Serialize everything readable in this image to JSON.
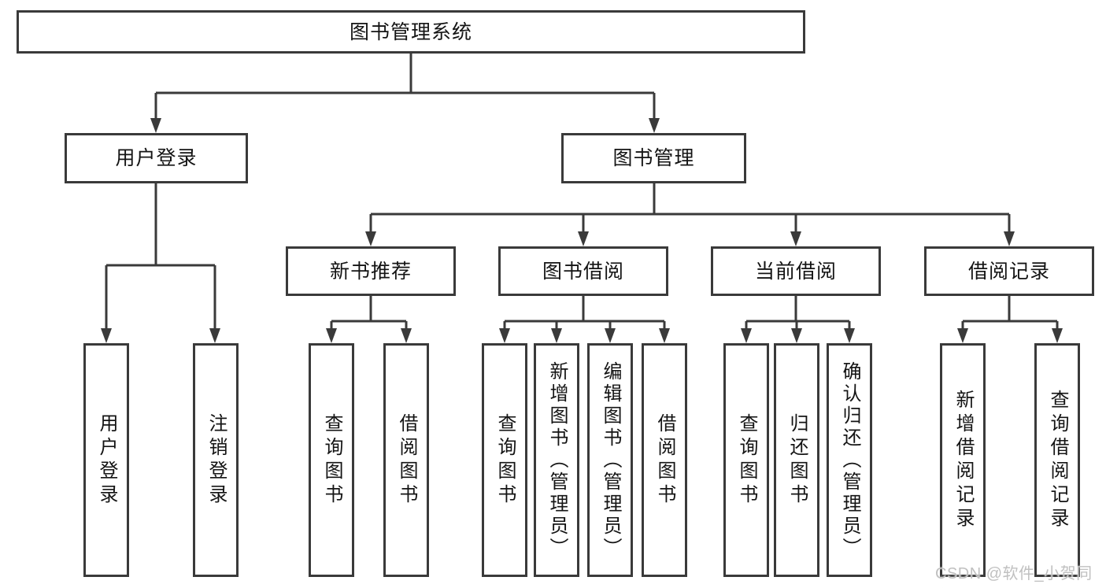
{
  "page": {
    "background": "#ffffff",
    "line_color": "#3a3a3a",
    "text_color": "#141414",
    "watermark_color": "#c0c0c0"
  },
  "diagram": {
    "type": "hierarchy-tree",
    "root": {
      "label": "图书管理系统"
    },
    "level2": [
      {
        "label": "用户登录",
        "parent": "图书管理系统"
      },
      {
        "label": "图书管理",
        "parent": "图书管理系统"
      }
    ],
    "level3": [
      {
        "label": "新书推荐",
        "parent": "图书管理"
      },
      {
        "label": "图书借阅",
        "parent": "图书管理"
      },
      {
        "label": "当前借阅",
        "parent": "图书管理"
      },
      {
        "label": "借阅记录",
        "parent": "图书管理"
      }
    ],
    "leaves": [
      {
        "label": "用户登录",
        "parent": "用户登录"
      },
      {
        "label": "注销登录",
        "parent": "用户登录"
      },
      {
        "label": "查询图书",
        "parent": "新书推荐"
      },
      {
        "label": "借阅图书",
        "parent": "新书推荐"
      },
      {
        "label": "查询图书",
        "parent": "图书借阅"
      },
      {
        "label": "新增图书（管理员）",
        "parent": "图书借阅"
      },
      {
        "label": "编辑图书（管理员）",
        "parent": "图书借阅"
      },
      {
        "label": "借阅图书",
        "parent": "图书借阅"
      },
      {
        "label": "查询图书",
        "parent": "当前借阅"
      },
      {
        "label": "归还图书",
        "parent": "当前借阅"
      },
      {
        "label": "确认归还（管理员）",
        "parent": "当前借阅"
      },
      {
        "label": "新增借阅记录",
        "parent": "借阅记录"
      },
      {
        "label": "查询借阅记录",
        "parent": "借阅记录"
      }
    ]
  },
  "watermark": {
    "text": "CSDN @软件_小贺同学"
  }
}
